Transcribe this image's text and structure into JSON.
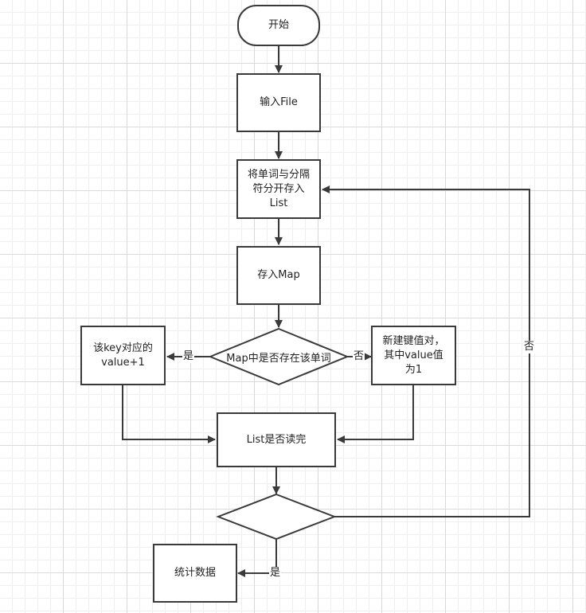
{
  "flowchart": {
    "start": "开始",
    "input_file": "输入File",
    "split_words": "将单词与分隔\n符分开存入\nList",
    "store_map": "存入Map",
    "decision_exists": "Map中是否存在该单词",
    "value_increment": "该key对应的\nvalue+1",
    "new_pair": "新建键值对，\n其中value值\n为1",
    "list_done": "List是否读完",
    "decision_end": "",
    "stats": "统计数据"
  },
  "edge_labels": {
    "yes_left": "是",
    "no_right": "否",
    "no_loop": "否",
    "yes_bottom": "是"
  },
  "colors": {
    "stroke": "#3a3a3a",
    "grid_major": "#d9d9d9",
    "grid_minor": "#efefef"
  }
}
